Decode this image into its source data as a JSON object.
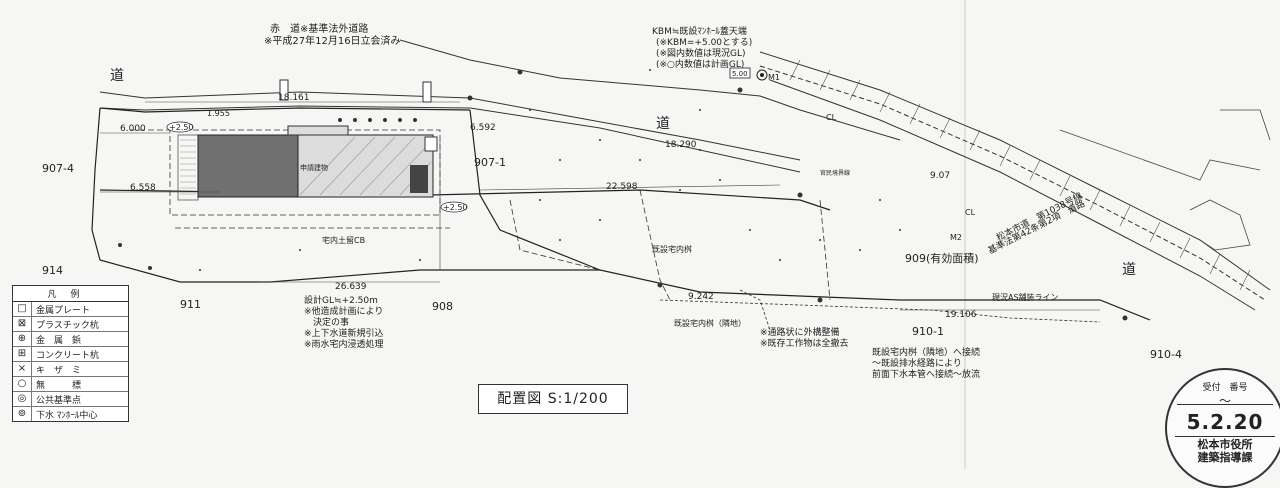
{
  "road_notes": {
    "line1": "赤　道※基準法外道路",
    "line2": "※平成27年12月16日立会済み"
  },
  "kbm_notes": {
    "line1": "KBM≒既設ﾏﾝﾎｰﾙ蓋天端",
    "line2": "(※KBM=+5.00とする)",
    "line3": "(※図内数値は現況GL)",
    "line4": "(※○内数値は計画GL)"
  },
  "labels": {
    "road_north": "道",
    "road_main": "道",
    "road_east": "道",
    "lot_907_4": "907-4",
    "lot_907_1": "907-1",
    "lot_909": "909(有効面積)",
    "lot_914": "914",
    "lot_911": "911",
    "lot_908": "908",
    "lot_910_1": "910-1",
    "lot_910_4": "910-4",
    "cb": "宅内土留CB",
    "existing_catch": "既設宅内桝",
    "existing_catch_adj": "既設宅内桝（隣地）",
    "as_line": "現況AS舗装ライン",
    "city_road": "松本市道　第1038号線",
    "law_road": "基準法第42条第2項　道路",
    "boundary": "官民境界線",
    "building": "申請建物",
    "bm": "M1",
    "kbm_value": "5.00",
    "bm2": "M2",
    "cl1": "CL",
    "cl2": "CL"
  },
  "dims": {
    "top": "18.161",
    "left": "6.000",
    "mid": "6.558",
    "road_w": "22.598",
    "right_top": "18.290",
    "road_len": "6.592",
    "bottom1": "26.639",
    "bottom2": "9.242",
    "bottom3": "19.106",
    "side": "9.07",
    "left_small": "1.955",
    "plus_left": "+2.50",
    "plus_bottom": "+2.50"
  },
  "plan_notes": {
    "line1": "設計GL≒+2.50m",
    "line2": "※他造成計画により",
    "line3": "　決定の事",
    "line4": "※上下水道新規引込",
    "line5": "※雨水宅内浸透処理"
  },
  "misc_notes": {
    "line1": "※通路状に外構整備",
    "line2": "※既存工作物は全撤去"
  },
  "sewer_notes": {
    "line1": "既設宅内桝（隣地）へ接続",
    "line2": "～既設排水経路により",
    "line3": "前面下水本管へ接続～放流"
  },
  "title": "配置図 S:1/200",
  "legend": {
    "header": "凡例",
    "items": [
      {
        "symbol": "□",
        "label": "金属プレート"
      },
      {
        "symbol": "⊠",
        "label": "プラスチック杭"
      },
      {
        "symbol": "⊕",
        "label": "金　属　鋲"
      },
      {
        "symbol": "⊞",
        "label": "コンクリート杭"
      },
      {
        "symbol": "×",
        "label": "キ　ザ　ミ"
      },
      {
        "symbol": "○",
        "label": "無　　　標"
      },
      {
        "symbol": "◎",
        "label": "公共基準点"
      },
      {
        "symbol": "⊚",
        "label": "下水 ﾏﾝﾎｰﾙ中心"
      }
    ]
  },
  "stamp": {
    "top": "受付　番号",
    "tilde": "～",
    "date": "5.2.20",
    "org1": "松本市役所",
    "org2": "建築指導課"
  }
}
